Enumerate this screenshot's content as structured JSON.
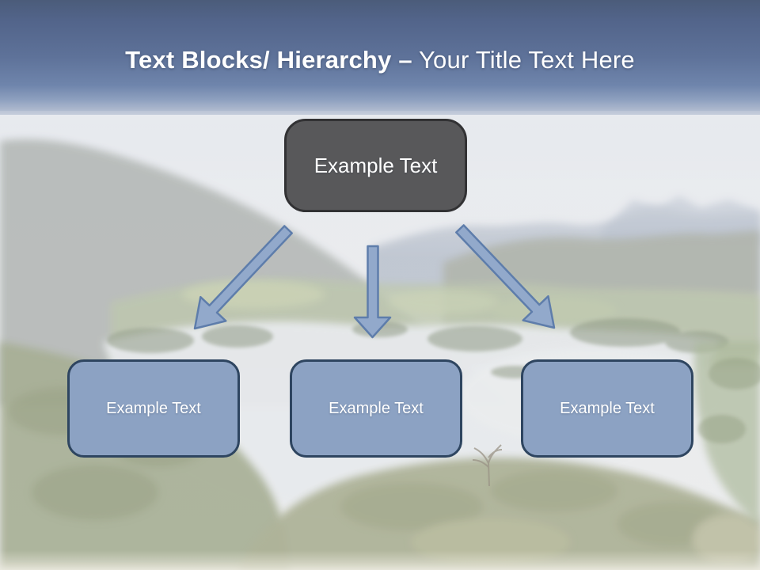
{
  "slide": {
    "title": {
      "bold": "Text Blocks/ Hierarchy –",
      "regular": "Your Title Text Here"
    },
    "diagram": {
      "root": {
        "label": "Example Text"
      },
      "children": [
        {
          "label": "Example Text"
        },
        {
          "label": "Example Text"
        },
        {
          "label": "Example Text"
        }
      ]
    },
    "background_description": "hazy-mountain-lake-valley-photo",
    "colors": {
      "header_top": "#4b5c7a",
      "header_mid": "#6f85ac",
      "root_box_fill": "#58585a",
      "root_box_border": "#323234",
      "child_box_fill": "#8ca2c3",
      "child_box_border": "#2e4560",
      "arrow_fill": "#92a9cb",
      "arrow_border": "#5e7dab",
      "title_color": "#ffffff",
      "node_text_color": "#ffffff"
    }
  }
}
